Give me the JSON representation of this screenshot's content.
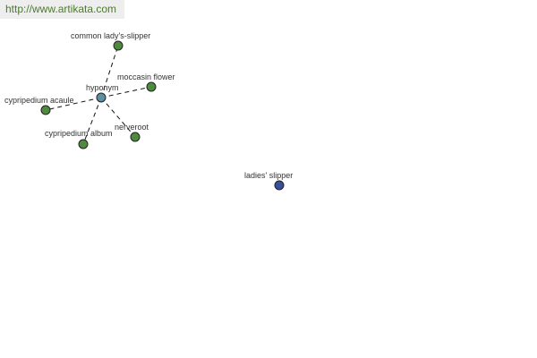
{
  "banner": {
    "url": "http://www.artikata.com"
  },
  "colors": {
    "hub_node": "#5b8fa5",
    "leaf_node": "#4e8b3f",
    "isolated_node": "#3a4f9a",
    "banner_text": "#4e7a2f"
  },
  "graph": {
    "hub": {
      "id": "hyponym",
      "label": "hyponym"
    },
    "leaves": [
      {
        "id": "common-ladys-slipper",
        "label": "common lady's-slipper"
      },
      {
        "id": "moccasin-flower",
        "label": "moccasin flower"
      },
      {
        "id": "cypripedium-acaule",
        "label": "cypripedium acaule"
      },
      {
        "id": "cypripedium-album",
        "label": "cypripedium album"
      },
      {
        "id": "nerveroot",
        "label": "nerveroot"
      }
    ],
    "isolated": {
      "id": "ladies-slipper",
      "label": "ladies' slipper"
    }
  }
}
